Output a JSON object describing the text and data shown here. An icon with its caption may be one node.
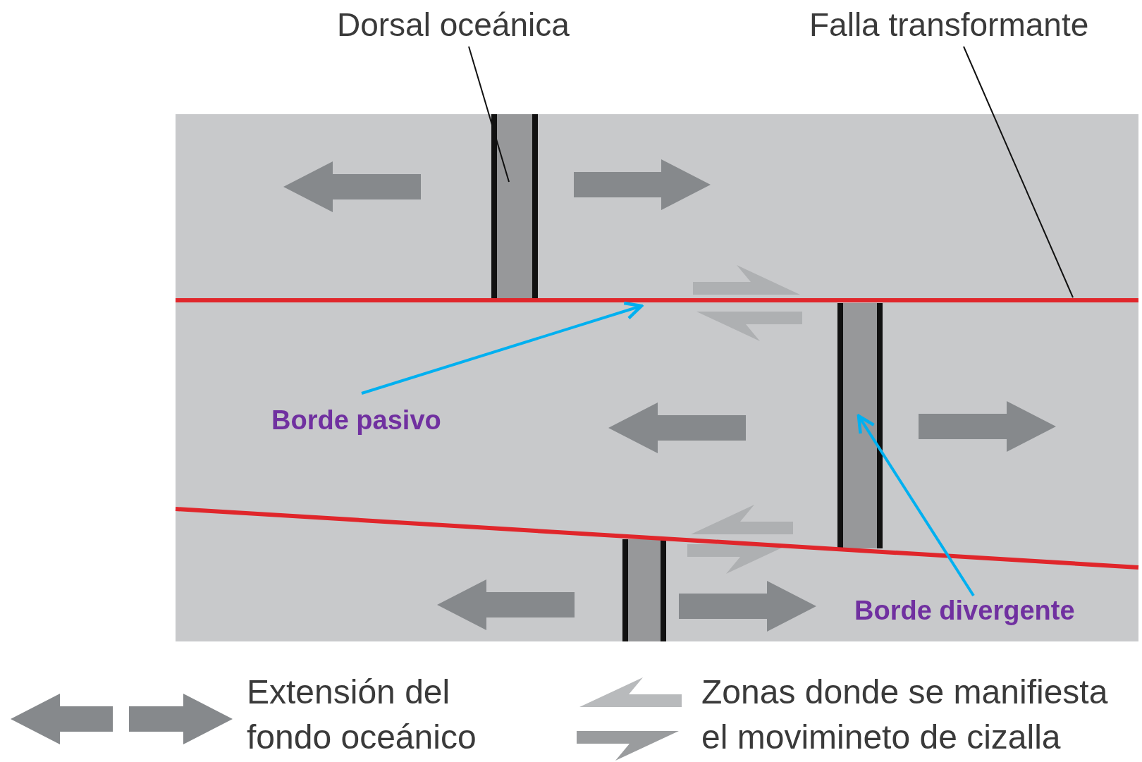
{
  "diagram": {
    "nodes": [
      {
        "text": [
          "Dorsal oceánica"
        ]
      },
      {
        "text": [
          "Falla transformante"
        ]
      },
      {
        "text": [],
        "shape": "bar"
      },
      {
        "text": [],
        "shape": "line"
      },
      {
        "text": [],
        "shape": "bar"
      },
      {
        "text": [
          "Borde pasivo"
        ]
      },
      {
        "text": [
          "Borde divergente"
        ]
      }
    ],
    "edges": [
      {
        "from": 0,
        "to": 2,
        "arrow": "none"
      },
      {
        "from": 1,
        "to": 3,
        "arrow": "none"
      },
      {
        "from": 5,
        "to": 3,
        "arrow": "to",
        "color": "#00b0f0"
      },
      {
        "from": 6,
        "to": 4,
        "arrow": "to",
        "color": "#00b0f0"
      }
    ],
    "legend": [
      {
        "text": "Extensión del fondo oceánico"
      },
      {
        "text": "Zonas donde se manifiesta el movimineto de cizalla"
      }
    ]
  }
}
